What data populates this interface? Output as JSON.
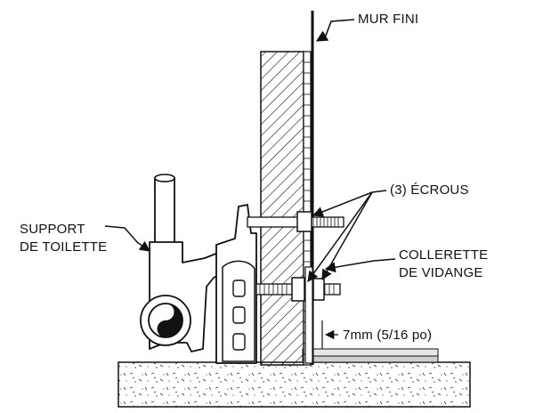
{
  "labels": {
    "finished_wall": "MUR FINI",
    "nuts": "(3) ÉCROUS",
    "flange_line1": "COLLERETTE",
    "flange_line2": "DE VIDANGE",
    "support_line1": "SUPPORT",
    "support_line2": "DE TOILETTE",
    "gap": "7mm (5/16 po)"
  },
  "colors": {
    "ink": "#111111",
    "tile": "#cfcfcf",
    "tile_top": "#e8e8e8"
  }
}
